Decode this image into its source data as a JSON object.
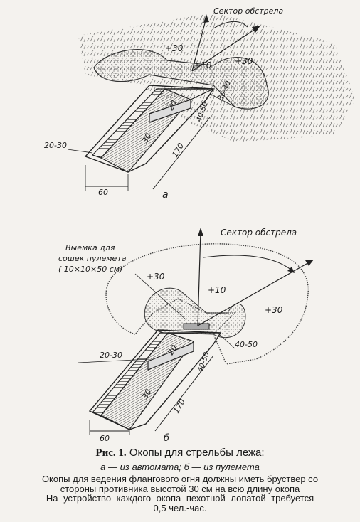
{
  "figure_a": {
    "sector_label": "Сектор обстрела",
    "plus30_left": "+30",
    "plus10": "+10",
    "plus30_right": "+30",
    "dim_30_40": "30-40",
    "dim_20": "20",
    "dim_40_50": "40-50",
    "dim_30": "30",
    "dim_170": "170",
    "dim_20_30": "20-30",
    "dim_60": "60",
    "letter": "а"
  },
  "figure_b": {
    "sector_label": "Сектор обстрела",
    "notch_label_1": "Выемка для",
    "notch_label_2": "сошек пулемета",
    "notch_label_3": "( 10×10×50 см)",
    "plus30_left": "+30",
    "plus10": "+10",
    "plus30_right": "+30",
    "dim_40_50_right": "40-50",
    "dim_20_30": "20-30",
    "dim_20": "20",
    "dim_40_50": "40-50",
    "dim_30": "30",
    "dim_170": "170",
    "dim_60": "60",
    "letter": "б"
  },
  "caption": {
    "title_prefix": "Рис. 1.",
    "title": "Окопы для стрельбы лежа:",
    "subtitle": "а — из автомата; б — из пулемета",
    "line1": "Окопы для ведения флангового огня должны иметь бруствер со",
    "line2": "стороны противника высотой 30 см на всю длину окопа",
    "line3": "На устройство каждого окопа пехотной лопатой требуется",
    "line4": "0,5 чел.-час."
  }
}
